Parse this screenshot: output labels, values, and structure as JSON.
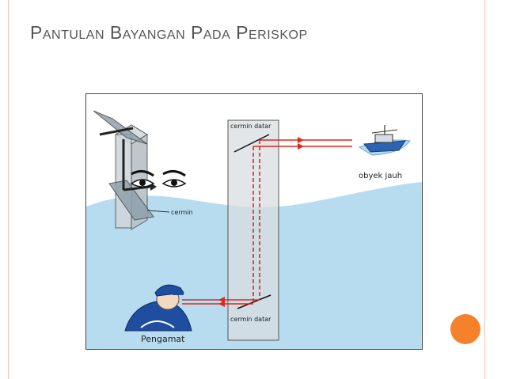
{
  "slide": {
    "title": "Pantulan Bayangan Pada Periskop"
  },
  "figure": {
    "labels": {
      "mirror_top": "cermin datar",
      "mirror_bottom": "cermin datar",
      "object": "obyek jauh",
      "mirror_small": "cermin",
      "observer": "Pengamat"
    }
  },
  "colors": {
    "sky": "#ffffff",
    "water": "#b7dcef",
    "ray": "#e1261c",
    "border_accent": "#f2c3b0",
    "accent_dot": "#f5822a",
    "title_text": "#555555"
  }
}
